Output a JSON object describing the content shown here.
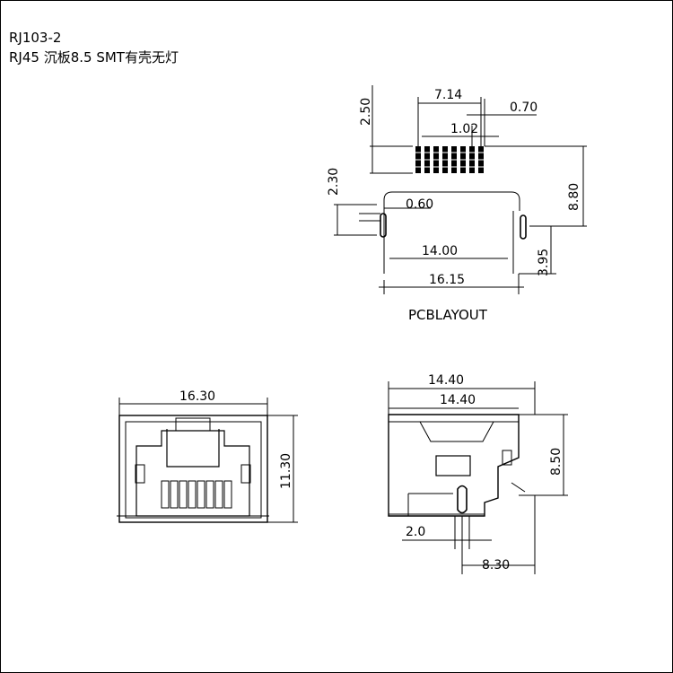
{
  "header": {
    "part_number": "RJ103-2",
    "description": "RJ45 沉板8.5 SMT有壳无灯"
  },
  "pcb_layout": {
    "label": "PCBLAYOUT",
    "dim_7_14": "7.14",
    "dim_0_70": "0.70",
    "dim_1_02": "1.02",
    "dim_2_50": "2.50",
    "dim_2_30": "2.30",
    "dim_0_60": "0.60",
    "dim_8_80": "8.80",
    "dim_14_00": "14.00",
    "dim_3_95": "3.95",
    "dim_16_15": "16.15"
  },
  "front_view": {
    "dim_width": "16.30",
    "dim_height": "11.30"
  },
  "side_view": {
    "dim_top_outer": "14.40",
    "dim_top_inner": "14.40",
    "dim_height": "8.50",
    "dim_2_0": "2.0",
    "dim_8_30": "8.30"
  }
}
